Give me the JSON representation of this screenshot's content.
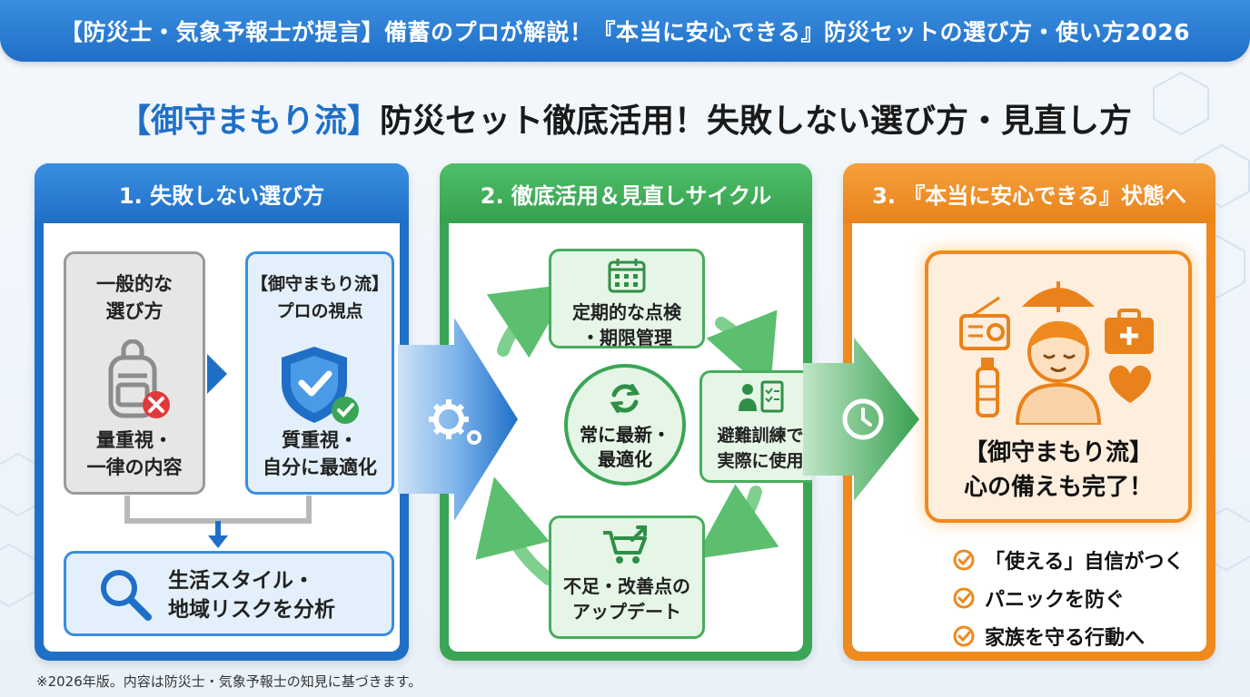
{
  "banner": {
    "title": "【防災士・気象予報士が提言】備蓄のプロが解説！『本当に安心できる』防災セットの選び方・使い方2026"
  },
  "main_title": {
    "accent": "【御守まもり流】",
    "rest": "防災セット徹底活用！失敗しない選び方・見直し方"
  },
  "panel1": {
    "header": "1. 失敗しない選び方",
    "general": {
      "title": "一般的な\n選び方",
      "caption": "量重視・\n一律の内容",
      "icon": "backpack-x-icon"
    },
    "pro": {
      "title": "【御守まもり流】\nプロの視点",
      "caption": "質重視・\n自分に最適化",
      "icon": "shield-check-icon"
    },
    "analyze": {
      "text": "生活スタイル・\n地域リスクを分析",
      "icon": "magnifier-icon"
    }
  },
  "panel2": {
    "header": "2. 徹底活用＆見直しサイクル",
    "top": "定期的な点検\n・期限管理",
    "right": "避難訓練で\n実際に使用",
    "bottom": "不足・改善点の\nアップデート",
    "center": "常に最新・\n最適化"
  },
  "panel3": {
    "header": "3. 『本当に安心できる』状態へ",
    "result": "【御守まもり流】\n心の備えも完了！",
    "checks": [
      "「使える」自信がつく",
      "パニックを防ぐ",
      "家族を守る行動へ"
    ]
  },
  "footnote": "※2026年版。内容は防災士・気象予報士の知見に基づきます。",
  "colors": {
    "blue": "#1f6fc7",
    "green": "#3aa655",
    "orange": "#ef8a1e"
  }
}
